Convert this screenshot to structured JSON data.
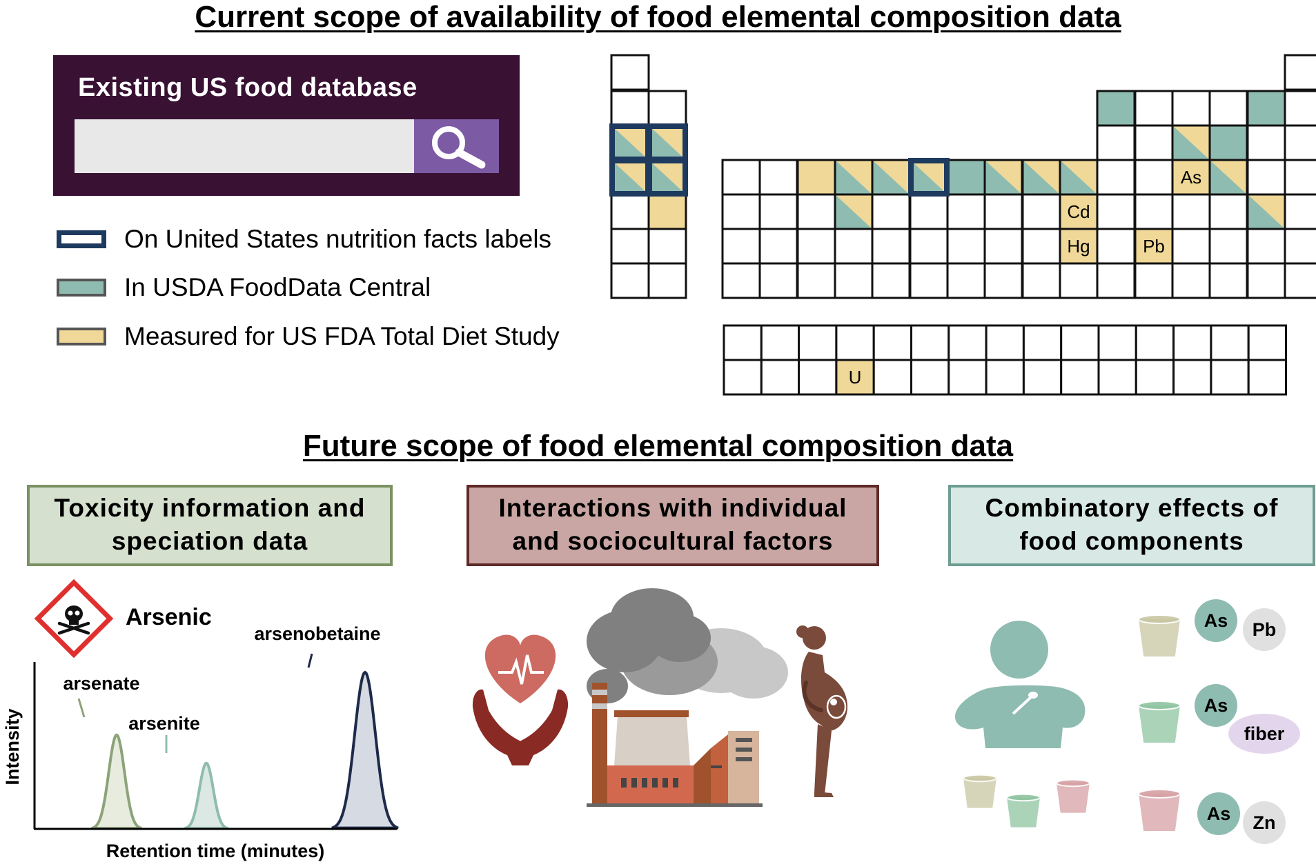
{
  "headings": {
    "top": "Current scope of availability of food elemental composition data",
    "bottom": "Future scope of food elemental composition data"
  },
  "search_panel": {
    "title": "Existing US food database",
    "input_value": "",
    "icon": "search-icon",
    "background_color": "#381133",
    "button_color": "#7d5aa4"
  },
  "legend": [
    {
      "label": "On United States nutrition facts labels",
      "color": "#1e3a5f"
    },
    {
      "label": "In USDA FoodData Central",
      "color": "#8fbcb0"
    },
    {
      "label": "Measured for US FDA Total Diet Study",
      "color": "#f0d898"
    }
  ],
  "periodic_table": {
    "labeled_elements": [
      "As",
      "Cd",
      "Hg",
      "Pb",
      "U"
    ],
    "colors": {
      "usda": "#8fbcb0",
      "fda": "#f0d898",
      "label_border": "#1e3a5f"
    }
  },
  "categories": [
    {
      "lines": [
        "Toxicity information and",
        "speciation data"
      ]
    },
    {
      "lines": [
        "Interactions with individual",
        "and sociocultural factors"
      ]
    },
    {
      "lines": [
        "Combinatory effects of",
        "food components"
      ]
    }
  ],
  "toxicity": {
    "hazard_icon": "skull-crossbones-icon",
    "element": "Arsenic"
  },
  "chart_data": {
    "type": "line",
    "title": "",
    "xlabel": "Retention time (minutes)",
    "ylabel": "Intensity",
    "series": [
      {
        "name": "arsenate",
        "peak_x": 1.0,
        "peak_y": 0.6,
        "color": "#8ca37a"
      },
      {
        "name": "arsenite",
        "peak_x": 2.3,
        "peak_y": 0.42,
        "color": "#8fbcb0"
      },
      {
        "name": "arsenobetaine",
        "peak_x": 4.6,
        "peak_y": 1.0,
        "color": "#1e2a4a"
      }
    ],
    "grid": false,
    "axis_ticks": false
  },
  "interactions": {
    "icons": [
      "heart-care-icon",
      "factory-pollution-icon",
      "pregnant-woman-icon"
    ]
  },
  "combinatory": {
    "icons": [
      "person-eating-icon",
      "cup-icon"
    ],
    "pairs": [
      [
        "As",
        "Pb"
      ],
      [
        "As",
        "fiber"
      ],
      [
        "As",
        "Zn"
      ]
    ]
  }
}
